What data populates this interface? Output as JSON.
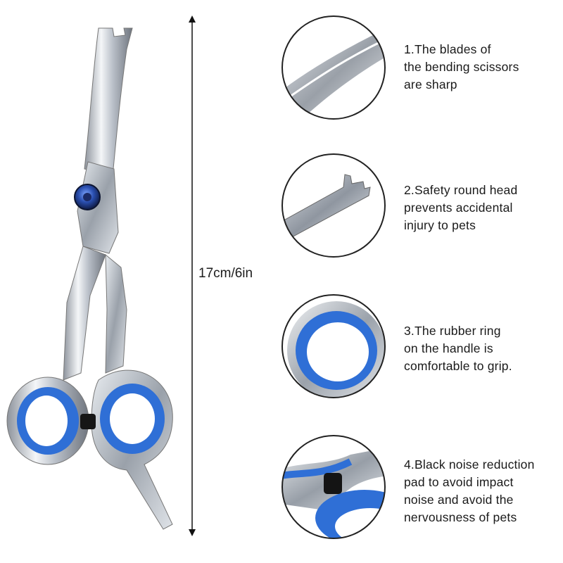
{
  "product": {
    "dimension_label": "17cm/6in",
    "ring_color": "#2f6fd6",
    "steel_color": "#c9ced6"
  },
  "features": [
    {
      "lines": [
        "1.The blades of",
        "the bending scissors",
        "are sharp"
      ]
    },
    {
      "lines": [
        "2.Safety round head",
        "prevents accidental",
        "injury to pets"
      ]
    },
    {
      "lines": [
        "3.The rubber ring",
        "on the handle is",
        "comfortable to grip."
      ]
    },
    {
      "lines": [
        "4.Black noise reduction",
        "pad to avoid impact",
        "noise and avoid the",
        "nervousness of pets"
      ]
    }
  ]
}
